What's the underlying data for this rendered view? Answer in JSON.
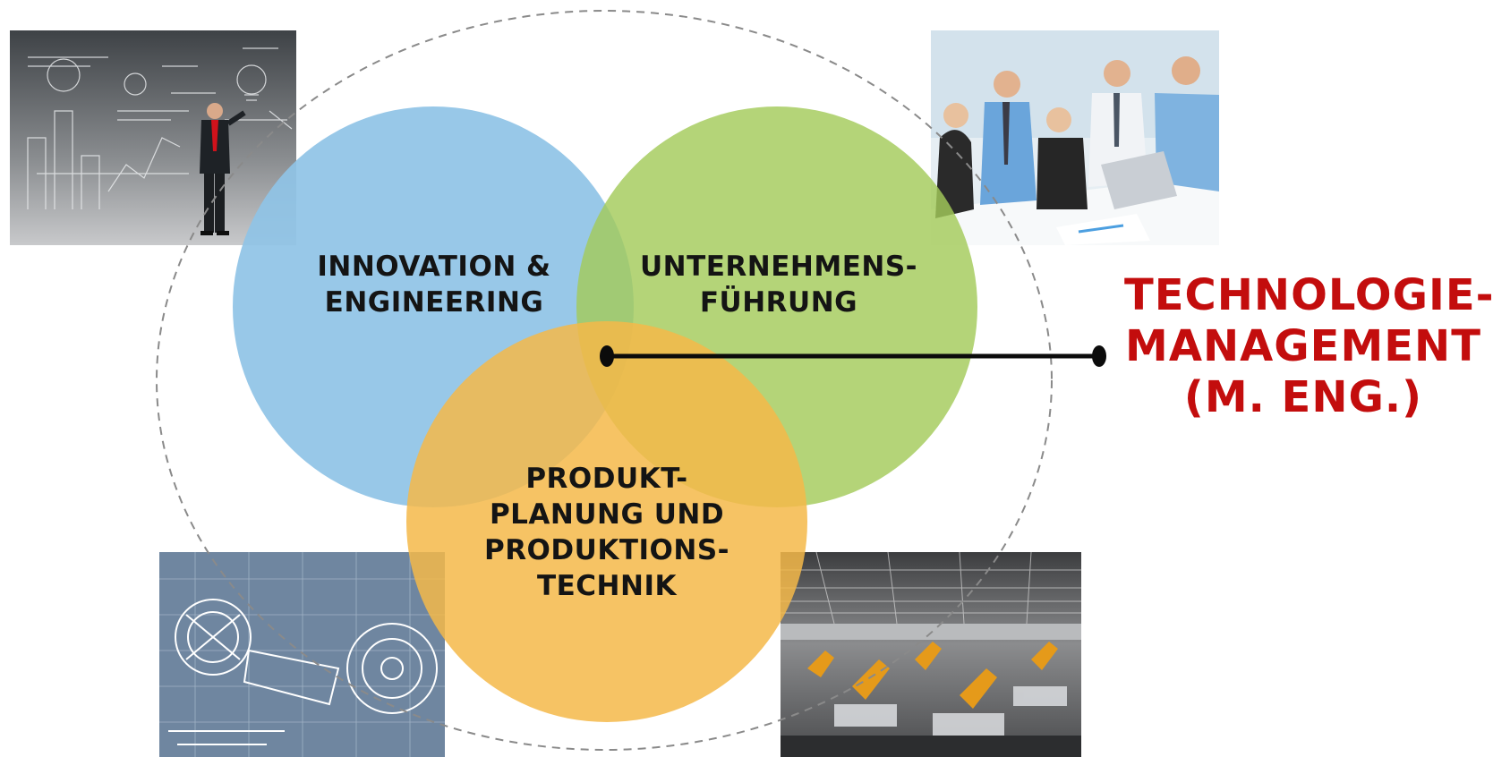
{
  "circles": {
    "innovation": {
      "lines": [
        "INNOVATION &",
        "ENGINEERING"
      ],
      "color": "#8fc3e6"
    },
    "management": {
      "lines": [
        "UNTERNEHMENS-",
        "FÜHRUNG"
      ],
      "color": "#a9cf64"
    },
    "production": {
      "lines": [
        "PRODUKT-",
        "PLANUNG UND",
        "PRODUKTIONS-",
        "TECHNIK"
      ],
      "color": "#f5bb52"
    }
  },
  "program": {
    "lines": [
      "TECHNOLOGIE-",
      "MANAGEMENT",
      "(M. ENG.)"
    ],
    "color": "#c30d0d"
  },
  "photos": {
    "top_left": "businessman with idea sketches",
    "top_right": "business team meeting",
    "bottom_left": "engineering blueprint",
    "bottom_right": "automotive factory robots"
  }
}
